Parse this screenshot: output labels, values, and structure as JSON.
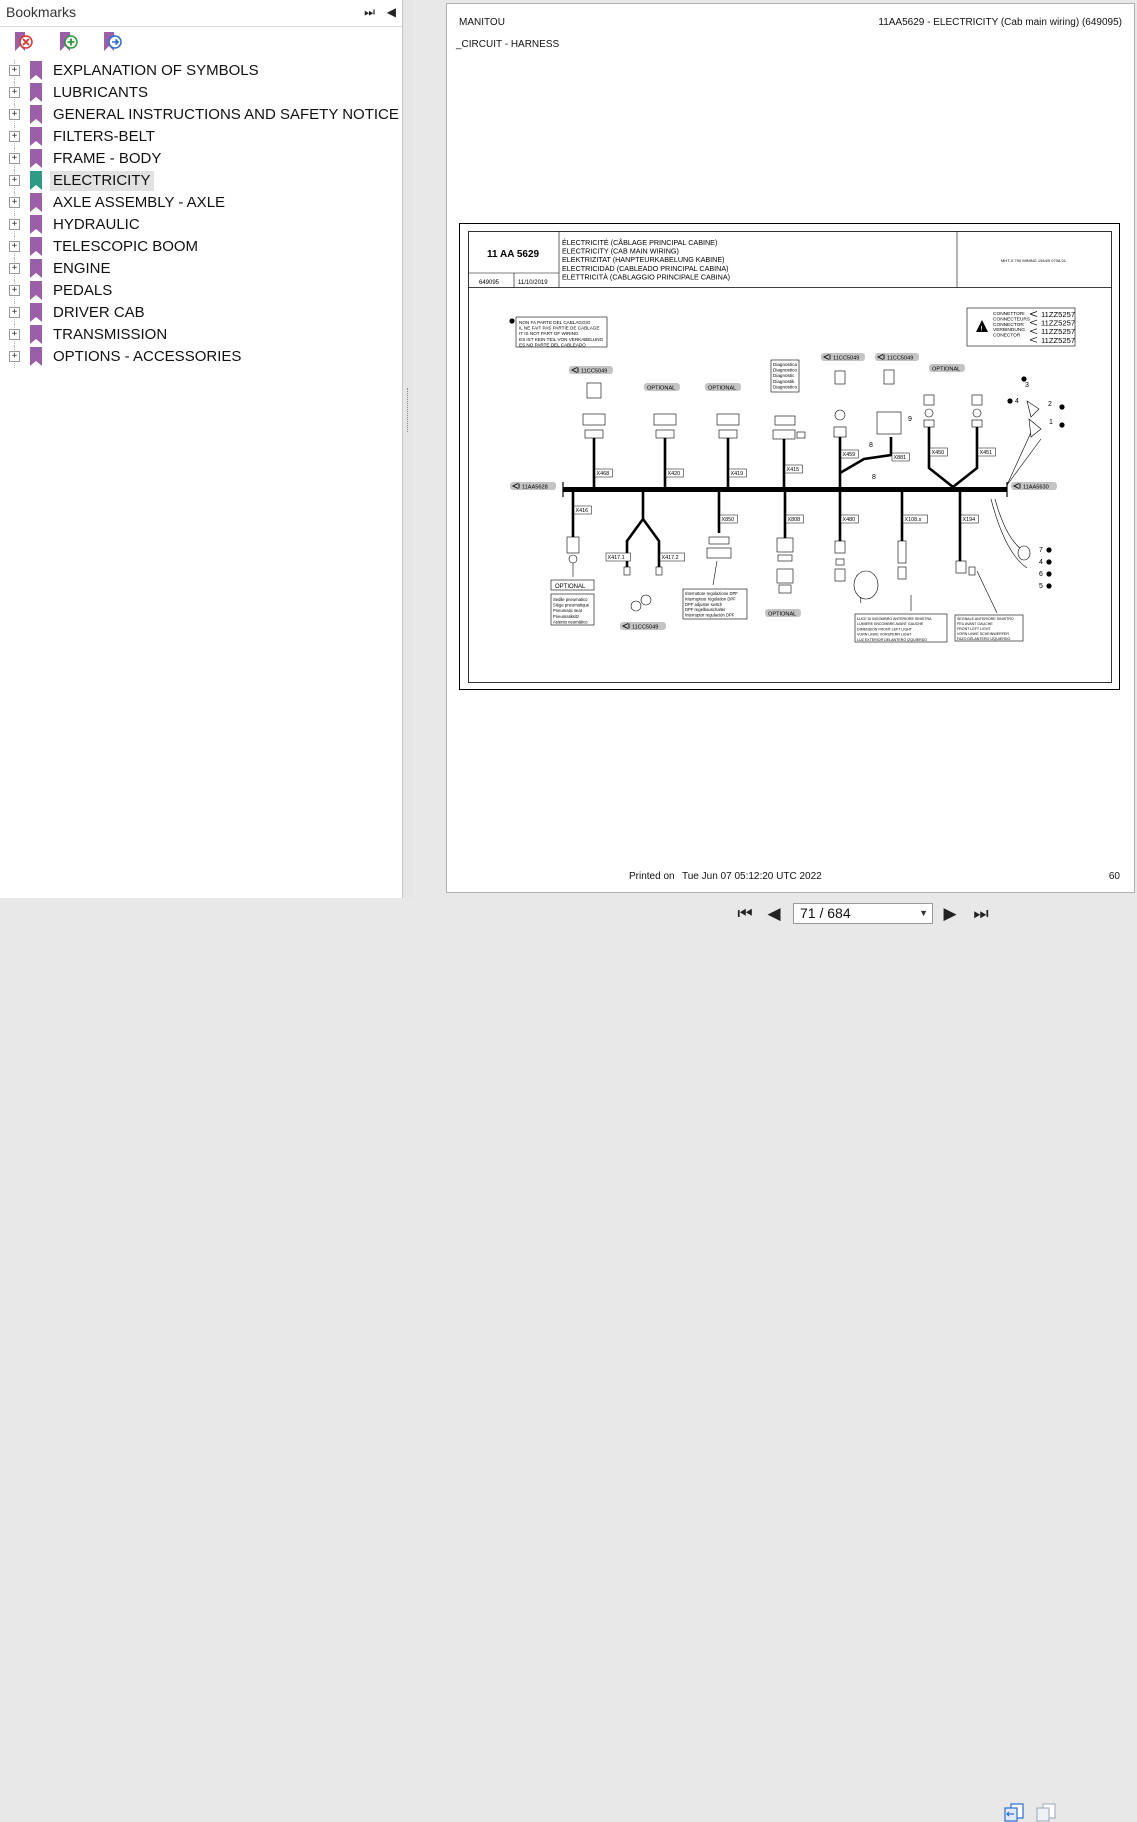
{
  "sidebar": {
    "title": "Bookmarks",
    "btn_expand": "⏭",
    "btn_collapse": "◀",
    "items": [
      {
        "label": "EXPLANATION OF SYMBOLS"
      },
      {
        "label": "LUBRICANTS"
      },
      {
        "label": "GENERAL INSTRUCTIONS AND SAFETY NOTICE"
      },
      {
        "label": "FILTERS-BELT"
      },
      {
        "label": "FRAME - BODY"
      },
      {
        "label": "ELECTRICITY",
        "selected": true
      },
      {
        "label": "AXLE ASSEMBLY - AXLE"
      },
      {
        "label": "HYDRAULIC"
      },
      {
        "label": "TELESCOPIC BOOM"
      },
      {
        "label": "ENGINE"
      },
      {
        "label": "PEDALS"
      },
      {
        "label": "DRIVER CAB"
      },
      {
        "label": "TRANSMISSION"
      },
      {
        "label": "OPTIONS - ACCESSORIES"
      }
    ],
    "expander_glyph": "+"
  },
  "page": {
    "brand": "MANITOU",
    "header_right": "11AA5629 - ELECTRICITY (Cab main wiring) (649095)",
    "subheader": "_CIRCUIT - HARNESS",
    "printed_label": "Printed on",
    "printed_date": "Tue Jun 07 05:12:20 UTC 2022",
    "page_number": "60"
  },
  "drawing": {
    "code": "11 AA 5629",
    "ref": "649095",
    "date": "11/10/2019",
    "titles": [
      "ÉLECTRICITÉ (CÂBLAGE PRINCIPAL CABINE)",
      "ELECTRICITY (CAB MAIN WIRING)",
      "ELEKTRIZITAT (HANPTEURKABELUNG KABINE)",
      "ELECTRICIDAD (CABLEADO PRINCIPAL CABINA)",
      "ELETTRICITÀ (CABLAGGIO PRINCIPALE CABINA)"
    ],
    "model": "MHT-X 790 MINING 1944/0 073A 01",
    "note_lines": [
      "NON FA PARTE DEL CABLAGGIO",
      "IL NE FAIT PAS PARTIE DE CABLAGE",
      "IT IS NOT PART OF WIRING",
      "ES IST KEIN TEIL VON VERKABELUNG",
      "ES NO PARTE DEL CABLEADO"
    ],
    "connector_words": [
      "CONNETTORI",
      "CONNECTEURS",
      "CONNECTOR",
      "VERBINDUNG",
      "CONECTOR"
    ],
    "connector_codes": [
      "11ZZ5257",
      "11ZZ5257",
      "11ZZ5257",
      "11ZZ5257"
    ],
    "tags": {
      "cc_top_left": "11CC5049",
      "opt1": "OPTIONAL",
      "opt2": "OPTIONAL",
      "cc_top_mid1": "11CC5049",
      "cc_top_mid2": "11CC5049",
      "opt3": "OPTIONAL",
      "left_end": "11AA5628",
      "right_end": "11AA5630",
      "cc_bottom": "11CC5049",
      "opt_bottom": "OPTIONAL"
    },
    "diagnostic_lines": [
      "Diagnostica",
      "Diagnostico",
      "Diagnostic",
      "Diagnostik",
      "Diagnostico"
    ],
    "x_labels": {
      "x468": "X468",
      "x420": "X420",
      "x419": "X419",
      "x415": "X415",
      "x459": "X459",
      "x881": "X881",
      "x450": "X450",
      "x451": "X451",
      "x416": "X416",
      "x4171": "X417.1",
      "x4172": "X417.2",
      "x850": "X850",
      "x808": "X808",
      "x480": "X480",
      "x108": "X108.s",
      "x194": "X194"
    },
    "optional_box": "OPTIONAL",
    "seat_lines": [
      "Sedile pneumatico",
      "Siège pneumatique",
      "Pneumatic seat",
      "Pneumatiksitz",
      "Asiento neumático"
    ],
    "dpf_lines": [
      "Interruttore regolazione DPF",
      "Interrupteur régulation DPF",
      "DPF adjuster switch",
      "DPF regelbauschalter",
      "Interruptor regulación DPF"
    ],
    "light_left_lines": [
      "LUCE DI INGOMBRO ANTERIORE SINISTRA",
      "LUMIERE ENCOMBRE AVANT GAUCHE",
      "DIMENSION FRONT LEFT LIGHT",
      "VORN LINKE VORSPERR LIGHT",
      "LUZ EXTERIOR DELANTERO IZQUIERDO"
    ],
    "light_right_lines": [
      "SEGNALE ANTERIORE SINISTRO",
      "FEU AVANT GAUCHE",
      "FRONT LEFT LIGHT",
      "VORN LINKE SCHEINWERFER",
      "FAZO DELANTERO IZQUIERDO"
    ],
    "numbers": {
      "n3": "3",
      "n4": "4",
      "n2": "2",
      "n1": "1",
      "n7": "7",
      "n4b": "4",
      "n6": "6",
      "n5": "5",
      "n8": "8",
      "n9": "9",
      "n8b": "8"
    }
  },
  "navbar": {
    "first": "⏮",
    "prev": "◀",
    "page_value": "71 / 684",
    "dropdown": "▼",
    "next": "▶",
    "last": "⏭"
  },
  "colors": {
    "bookmark": "#9b5fa8",
    "bookmark_selected": "#2f9b86",
    "harness": "#000000"
  }
}
